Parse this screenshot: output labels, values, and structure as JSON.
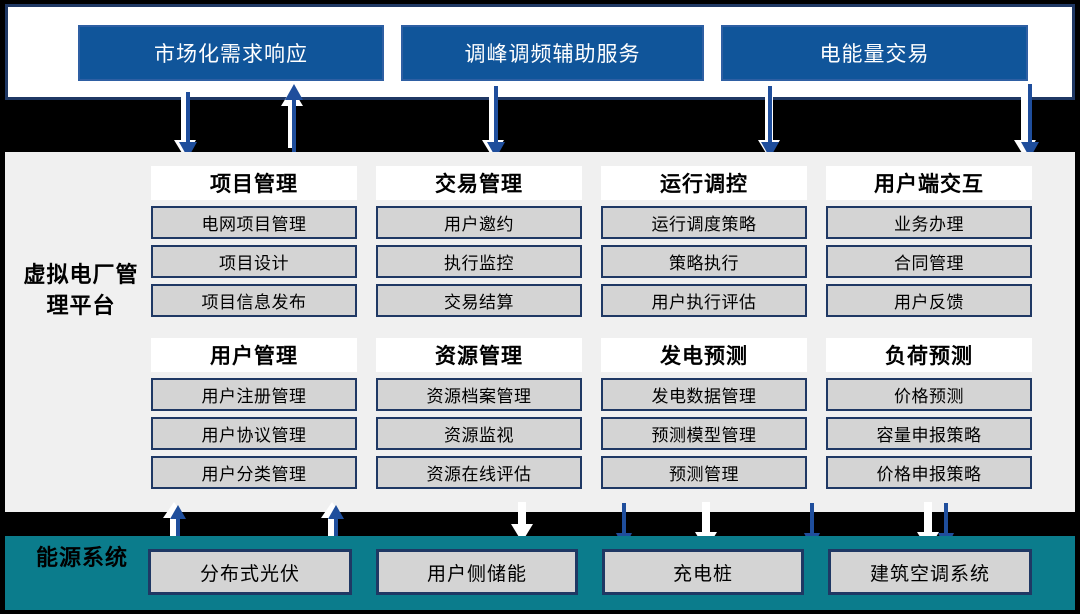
{
  "top": {
    "boxes": [
      {
        "label": "市场化需求响应"
      },
      {
        "label": "调峰调频辅助服务"
      },
      {
        "label": "电能量交易"
      }
    ]
  },
  "middle": {
    "side_label": "虚拟电厂管理平台",
    "groups": [
      {
        "title": "项目管理",
        "items": [
          "电网项目管理",
          "项目设计",
          "项目信息发布"
        ]
      },
      {
        "title": "交易管理",
        "items": [
          "用户邀约",
          "执行监控",
          "交易结算"
        ]
      },
      {
        "title": "运行调控",
        "items": [
          "运行调度策略",
          "策略执行",
          "用户执行评估"
        ]
      },
      {
        "title": "用户端交互",
        "items": [
          "业务办理",
          "合同管理",
          "用户反馈"
        ]
      },
      {
        "title": "用户管理",
        "items": [
          "用户注册管理",
          "用户协议管理",
          "用户分类管理"
        ]
      },
      {
        "title": "资源管理",
        "items": [
          "资源档案管理",
          "资源监视",
          "资源在线评估"
        ]
      },
      {
        "title": "发电预测",
        "items": [
          "发电数据管理",
          "预测模型管理",
          "预测管理"
        ]
      },
      {
        "title": "负荷预测",
        "items": [
          "价格预测",
          "容量申报策略",
          "价格申报策略"
        ]
      }
    ]
  },
  "bottom": {
    "side_label": "能源系统",
    "boxes": [
      {
        "label": "分布式光伏"
      },
      {
        "label": "用户侧储能"
      },
      {
        "label": "充电桩"
      },
      {
        "label": "建筑空调系统"
      }
    ]
  },
  "colors": {
    "blue_box": "#10559A",
    "panel_gray": "#F0F0F0",
    "item_gray": "#D4D4D4",
    "border_navy": "#1F3864",
    "teal": "#0B7C8C",
    "band_black": "#000000",
    "arrow_blue": "#1F4E9C",
    "arrow_white": "#FFFFFF"
  }
}
